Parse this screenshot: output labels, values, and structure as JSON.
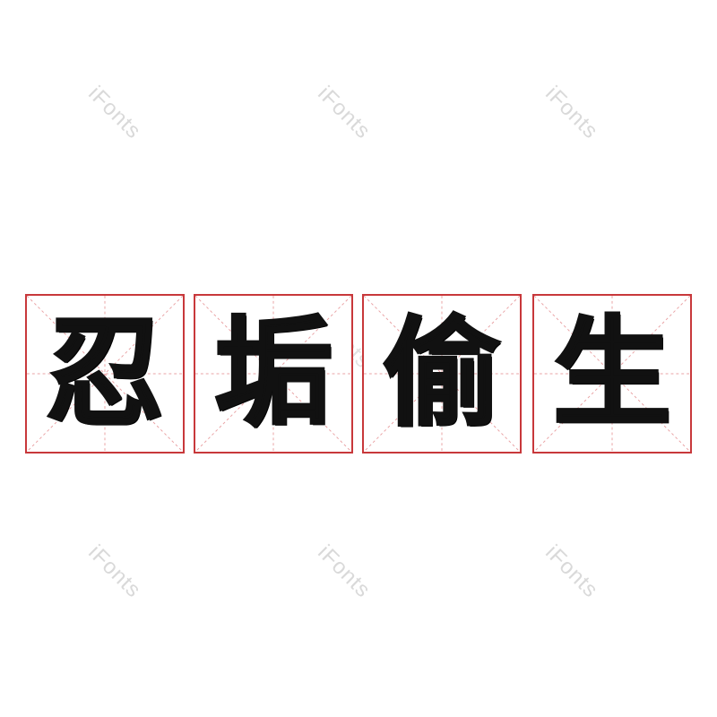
{
  "watermark": {
    "text": "iFonts",
    "color": "#d9d9d9"
  },
  "phrase": {
    "characters": [
      "忍",
      "垢",
      "偷",
      "生"
    ]
  },
  "colors": {
    "grid_border": "#c8383b",
    "glyph": "#111111"
  }
}
